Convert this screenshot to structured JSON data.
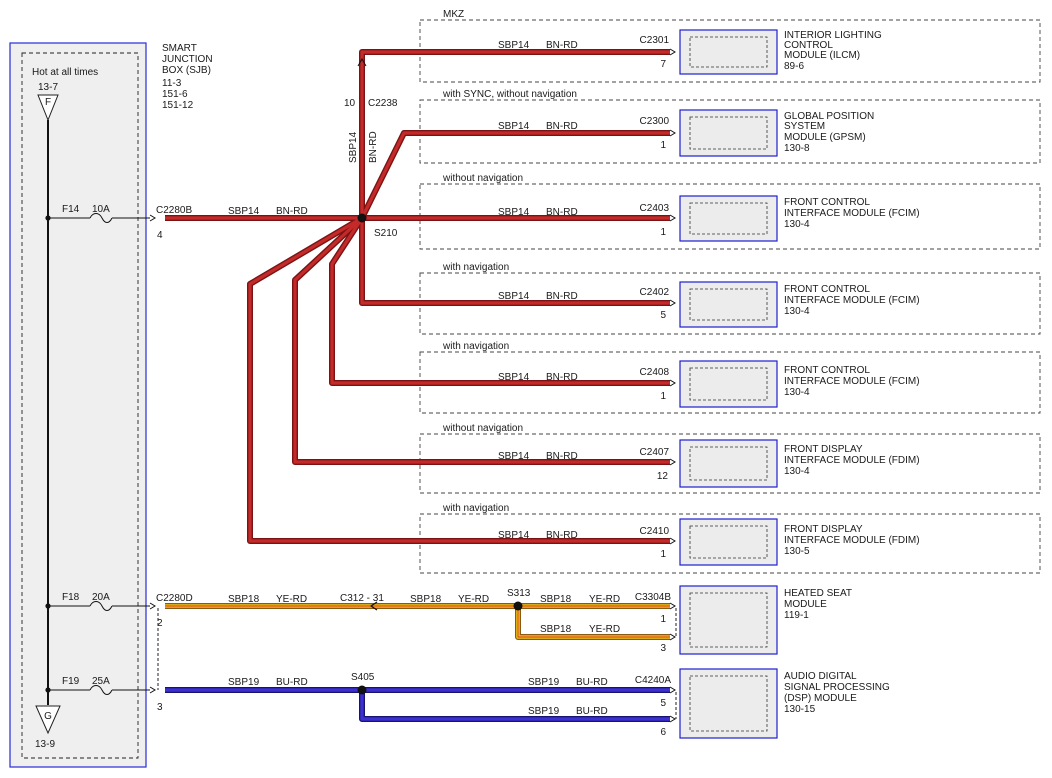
{
  "colors": {
    "bn_rd_outer": "#7a1414",
    "bn_rd_inner": "#c42a2a",
    "ye_rd_outer": "#8a5a10",
    "ye_rd_inner": "#f2c21a",
    "ye_rd_stripe": "#d8341c",
    "bu_rd_outer": "#15156e",
    "bu_rd_inner": "#3d2fd0",
    "module_border": "#1f1fcf",
    "module_fill": "#ececec",
    "sjb_border": "#2a2ad8",
    "sjb_fill": "#efefef"
  },
  "sjb": {
    "title_lines": [
      "SMART",
      "JUNCTION",
      "BOX (SJB)",
      "11-3",
      "151-6",
      "151-12"
    ],
    "hot_label": "Hot at all times",
    "top_ref": "13-7",
    "top_letter": "F",
    "bottom_letter": "G",
    "bottom_ref": "13-9"
  },
  "fuses": [
    {
      "name": "F14",
      "rating": "10A",
      "connector": "C2280B",
      "pin": "4"
    },
    {
      "name": "F18",
      "rating": "20A",
      "connector": "C2280D",
      "pin": "2"
    },
    {
      "name": "F19",
      "rating": "25A",
      "connector": "",
      "pin": "3"
    }
  ],
  "wire_labels": {
    "feed_circuit": "SBP14",
    "feed_color": "BN-RD",
    "sbp14": "SBP14",
    "bn_rd": "BN-RD",
    "sbp18": "SBP18",
    "ye_rd": "YE-RD",
    "sbp19": "SBP19",
    "bu_rd": "BU-RD"
  },
  "splices": {
    "s210": "S210",
    "s313": "S313",
    "s405": "S405"
  },
  "inline_connectors": {
    "c2238_pin": "10",
    "c2238": "C2238",
    "c312": "C312 - 31"
  },
  "modules": [
    {
      "option": "MKZ",
      "connector": "C2301",
      "pin": "7",
      "name_lines": [
        "INTERIOR LIGHTING",
        "CONTROL",
        "MODULE (ILCM)",
        "89-6"
      ]
    },
    {
      "option": "with SYNC, without navigation",
      "connector": "C2300",
      "pin": "1",
      "name_lines": [
        "GLOBAL POSITION",
        "SYSTEM",
        "MODULE (GPSM)",
        "130-8"
      ]
    },
    {
      "option": "without navigation",
      "connector": "C2403",
      "pin": "1",
      "name_lines": [
        "FRONT CONTROL",
        "INTERFACE MODULE (FCIM)",
        "130-4"
      ]
    },
    {
      "option": "with navigation",
      "connector": "C2402",
      "pin": "5",
      "name_lines": [
        "FRONT CONTROL",
        "INTERFACE MODULE (FCIM)",
        "130-4"
      ]
    },
    {
      "option": "with navigation",
      "connector": "C2408",
      "pin": "1",
      "name_lines": [
        "FRONT CONTROL",
        "INTERFACE MODULE (FCIM)",
        "130-4"
      ]
    },
    {
      "option": "without navigation",
      "connector": "C2407",
      "pin": "12",
      "name_lines": [
        "FRONT DISPLAY",
        "INTERFACE MODULE (FDIM)",
        "130-4"
      ]
    },
    {
      "option": "with navigation",
      "connector": "C2410",
      "pin": "1",
      "name_lines": [
        "FRONT DISPLAY",
        "INTERFACE MODULE (FDIM)",
        "130-5"
      ]
    }
  ],
  "heated_seat": {
    "connector": "C3304B",
    "pin_top": "1",
    "pin_bottom": "3",
    "name_lines": [
      "HEATED SEAT",
      "MODULE",
      "119-1"
    ]
  },
  "dsp": {
    "connector": "C4240A",
    "pin_top": "5",
    "pin_bottom": "6",
    "name_lines": [
      "AUDIO DIGITAL",
      "SIGNAL PROCESSING",
      "(DSP) MODULE",
      "130-15"
    ]
  }
}
